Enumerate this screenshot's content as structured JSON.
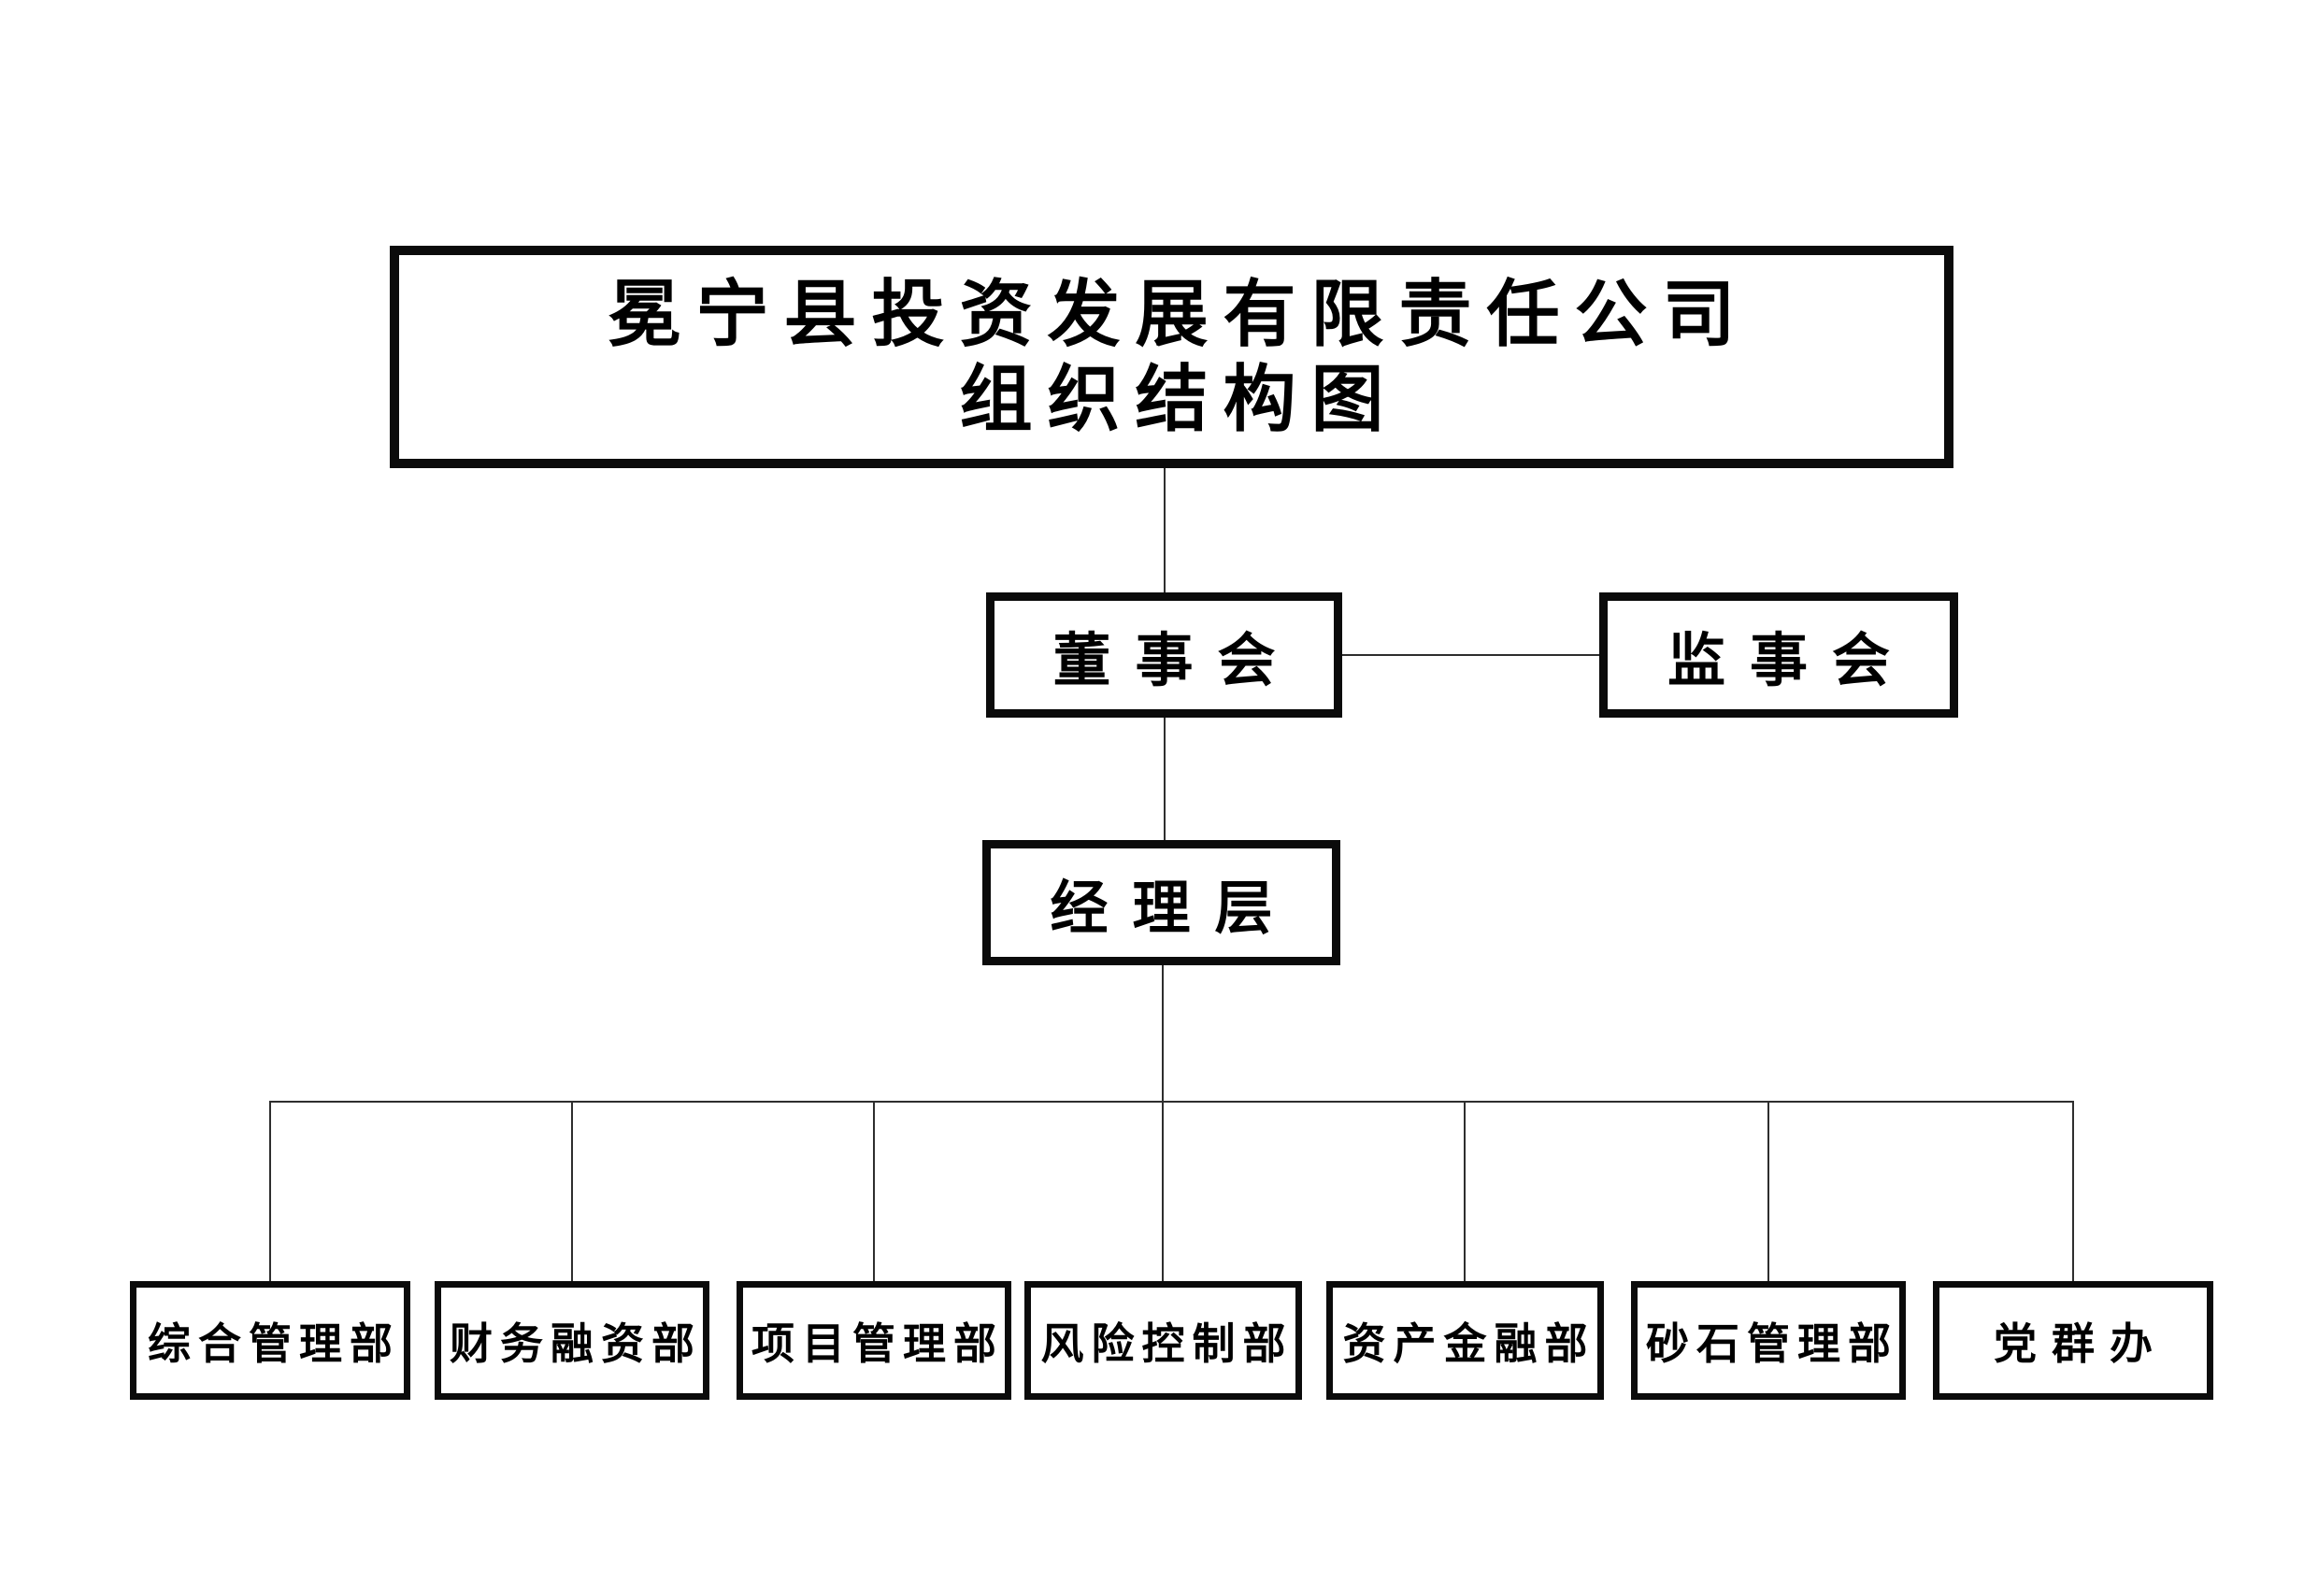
{
  "colors": {
    "background": "#ffffff",
    "box_border": "#0b0b0b",
    "connector": "#2e2e2e",
    "text": "#000000"
  },
  "title_box": {
    "line1": "冕宁县投资发展有限责任公司",
    "line2": "组织结构图"
  },
  "governance": {
    "board": "董事会",
    "supervisory": "监事会",
    "management": "经理层"
  },
  "departments": [
    {
      "label": "综合管理部"
    },
    {
      "label": "财务融资部"
    },
    {
      "label": "项目管理部"
    },
    {
      "label": "风险控制部"
    },
    {
      "label": "资产金融部"
    },
    {
      "label": "砂石管理部"
    },
    {
      "label": "党群办"
    }
  ]
}
